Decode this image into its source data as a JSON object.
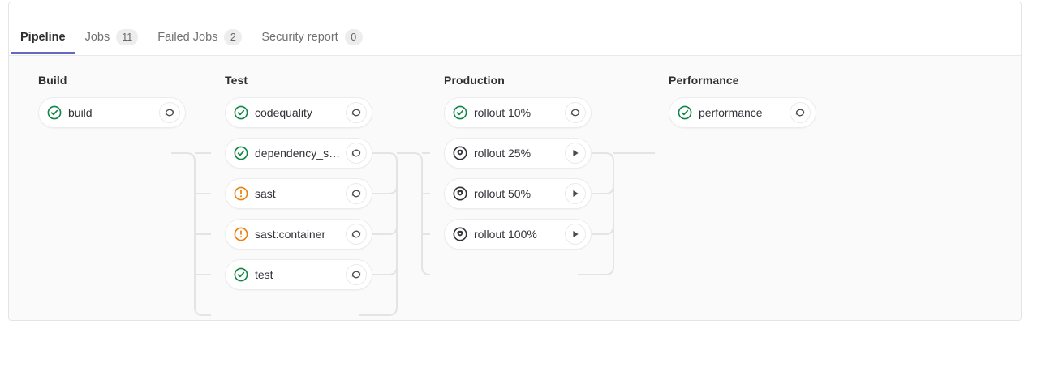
{
  "tabs": [
    {
      "label": "Pipeline",
      "badge": null,
      "active": true
    },
    {
      "label": "Jobs",
      "badge": "11",
      "active": false
    },
    {
      "label": "Failed Jobs",
      "badge": "2",
      "active": false
    },
    {
      "label": "Security report",
      "badge": "0",
      "active": false
    }
  ],
  "colors": {
    "success": "#108548",
    "warning": "#e9800a",
    "manual": "#333238",
    "accent": "#6666c4",
    "graph_background": "#fafafa",
    "connector": "#e4e4e4"
  },
  "stages": [
    {
      "name": "Build",
      "jobs": [
        {
          "name": "build",
          "status": "success",
          "status_icon": "check-circle-icon",
          "action": "retry",
          "action_icon": "retry-icon"
        }
      ]
    },
    {
      "name": "Test",
      "jobs": [
        {
          "name": "codequality",
          "status": "success",
          "status_icon": "check-circle-icon",
          "action": "retry",
          "action_icon": "retry-icon"
        },
        {
          "name": "dependency_s…",
          "status": "success",
          "status_icon": "check-circle-icon",
          "action": "retry",
          "action_icon": "retry-icon"
        },
        {
          "name": "sast",
          "status": "warning",
          "status_icon": "warning-circle-icon",
          "action": "retry",
          "action_icon": "retry-icon"
        },
        {
          "name": "sast:container",
          "status": "warning",
          "status_icon": "warning-circle-icon",
          "action": "retry",
          "action_icon": "retry-icon"
        },
        {
          "name": "test",
          "status": "success",
          "status_icon": "check-circle-icon",
          "action": "retry",
          "action_icon": "retry-icon"
        }
      ]
    },
    {
      "name": "Production",
      "jobs": [
        {
          "name": "rollout 10%",
          "status": "success",
          "status_icon": "check-circle-icon",
          "action": "retry",
          "action_icon": "retry-icon"
        },
        {
          "name": "rollout 25%",
          "status": "manual",
          "status_icon": "manual-gear-circle-icon",
          "action": "play",
          "action_icon": "play-icon"
        },
        {
          "name": "rollout 50%",
          "status": "manual",
          "status_icon": "manual-gear-circle-icon",
          "action": "play",
          "action_icon": "play-icon"
        },
        {
          "name": "rollout 100%",
          "status": "manual",
          "status_icon": "manual-gear-circle-icon",
          "action": "play",
          "action_icon": "play-icon"
        }
      ]
    },
    {
      "name": "Performance",
      "jobs": [
        {
          "name": "performance",
          "status": "success",
          "status_icon": "check-circle-icon",
          "action": "retry",
          "action_icon": "retry-icon"
        }
      ]
    }
  ]
}
